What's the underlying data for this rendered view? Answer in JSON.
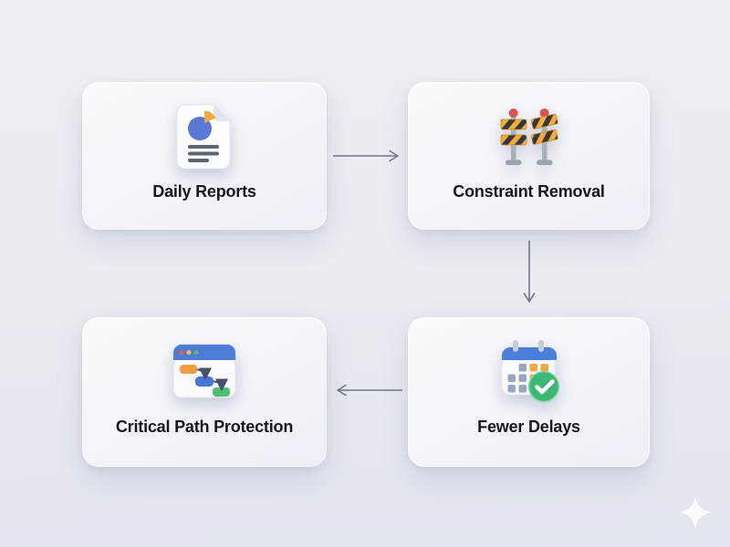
{
  "diagram": {
    "nodes": [
      {
        "id": "daily-reports",
        "label": "Daily Reports",
        "icon": "report-document-icon"
      },
      {
        "id": "constraint-removal",
        "label": "Constraint Removal",
        "icon": "road-barrier-icon"
      },
      {
        "id": "fewer-delays",
        "label": "Fewer Delays",
        "icon": "calendar-check-icon"
      },
      {
        "id": "critical-path-protection",
        "label": "Critical Path Protection",
        "icon": "flowchart-window-icon"
      }
    ],
    "edges": [
      {
        "from": "daily-reports",
        "to": "constraint-removal",
        "direction": "right"
      },
      {
        "from": "constraint-removal",
        "to": "fewer-delays",
        "direction": "down"
      },
      {
        "from": "fewer-delays",
        "to": "critical-path-protection",
        "direction": "left"
      }
    ]
  },
  "colors": {
    "background": "#e9ebf1",
    "card": "#f5f6fa",
    "label_text": "#15181e",
    "arrow": "#6e7687",
    "icon_blue": "#4f78d6",
    "icon_orange": "#f0a63e",
    "icon_green": "#3bb873",
    "icon_red": "#d9544e",
    "icon_gray": "#aab2bf"
  },
  "watermark": {
    "icon": "sparkle-icon"
  }
}
